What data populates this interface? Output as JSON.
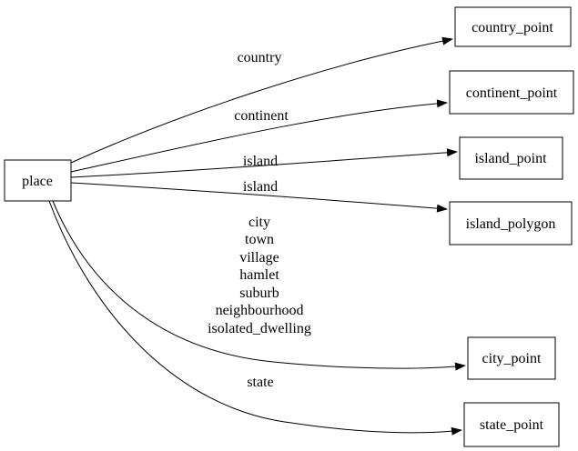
{
  "diagram": {
    "type": "directed-graph",
    "background_color": "#ffffff",
    "line_color": "#000000",
    "text_color": "#000000",
    "nodes": {
      "place": "place",
      "country_point": "country_point",
      "continent_point": "continent_point",
      "island_point": "island_point",
      "island_polygon": "island_polygon",
      "city_point": "city_point",
      "state_point": "state_point"
    },
    "edge_labels": {
      "country": "country",
      "continent": "continent",
      "island_point": "island",
      "island_polygon": "island",
      "city_lines": [
        "city",
        "town",
        "village",
        "hamlet",
        "suburb",
        "neighbourhood",
        "isolated_dwelling"
      ],
      "state": "state"
    },
    "edges": [
      {
        "from": "place",
        "to": "country_point",
        "label": "country"
      },
      {
        "from": "place",
        "to": "continent_point",
        "label": "continent"
      },
      {
        "from": "place",
        "to": "island_point",
        "label": "island"
      },
      {
        "from": "place",
        "to": "island_polygon",
        "label": "island"
      },
      {
        "from": "place",
        "to": "city_point",
        "label": "city town village hamlet suburb neighbourhood isolated_dwelling"
      },
      {
        "from": "place",
        "to": "state_point",
        "label": "state"
      }
    ]
  }
}
